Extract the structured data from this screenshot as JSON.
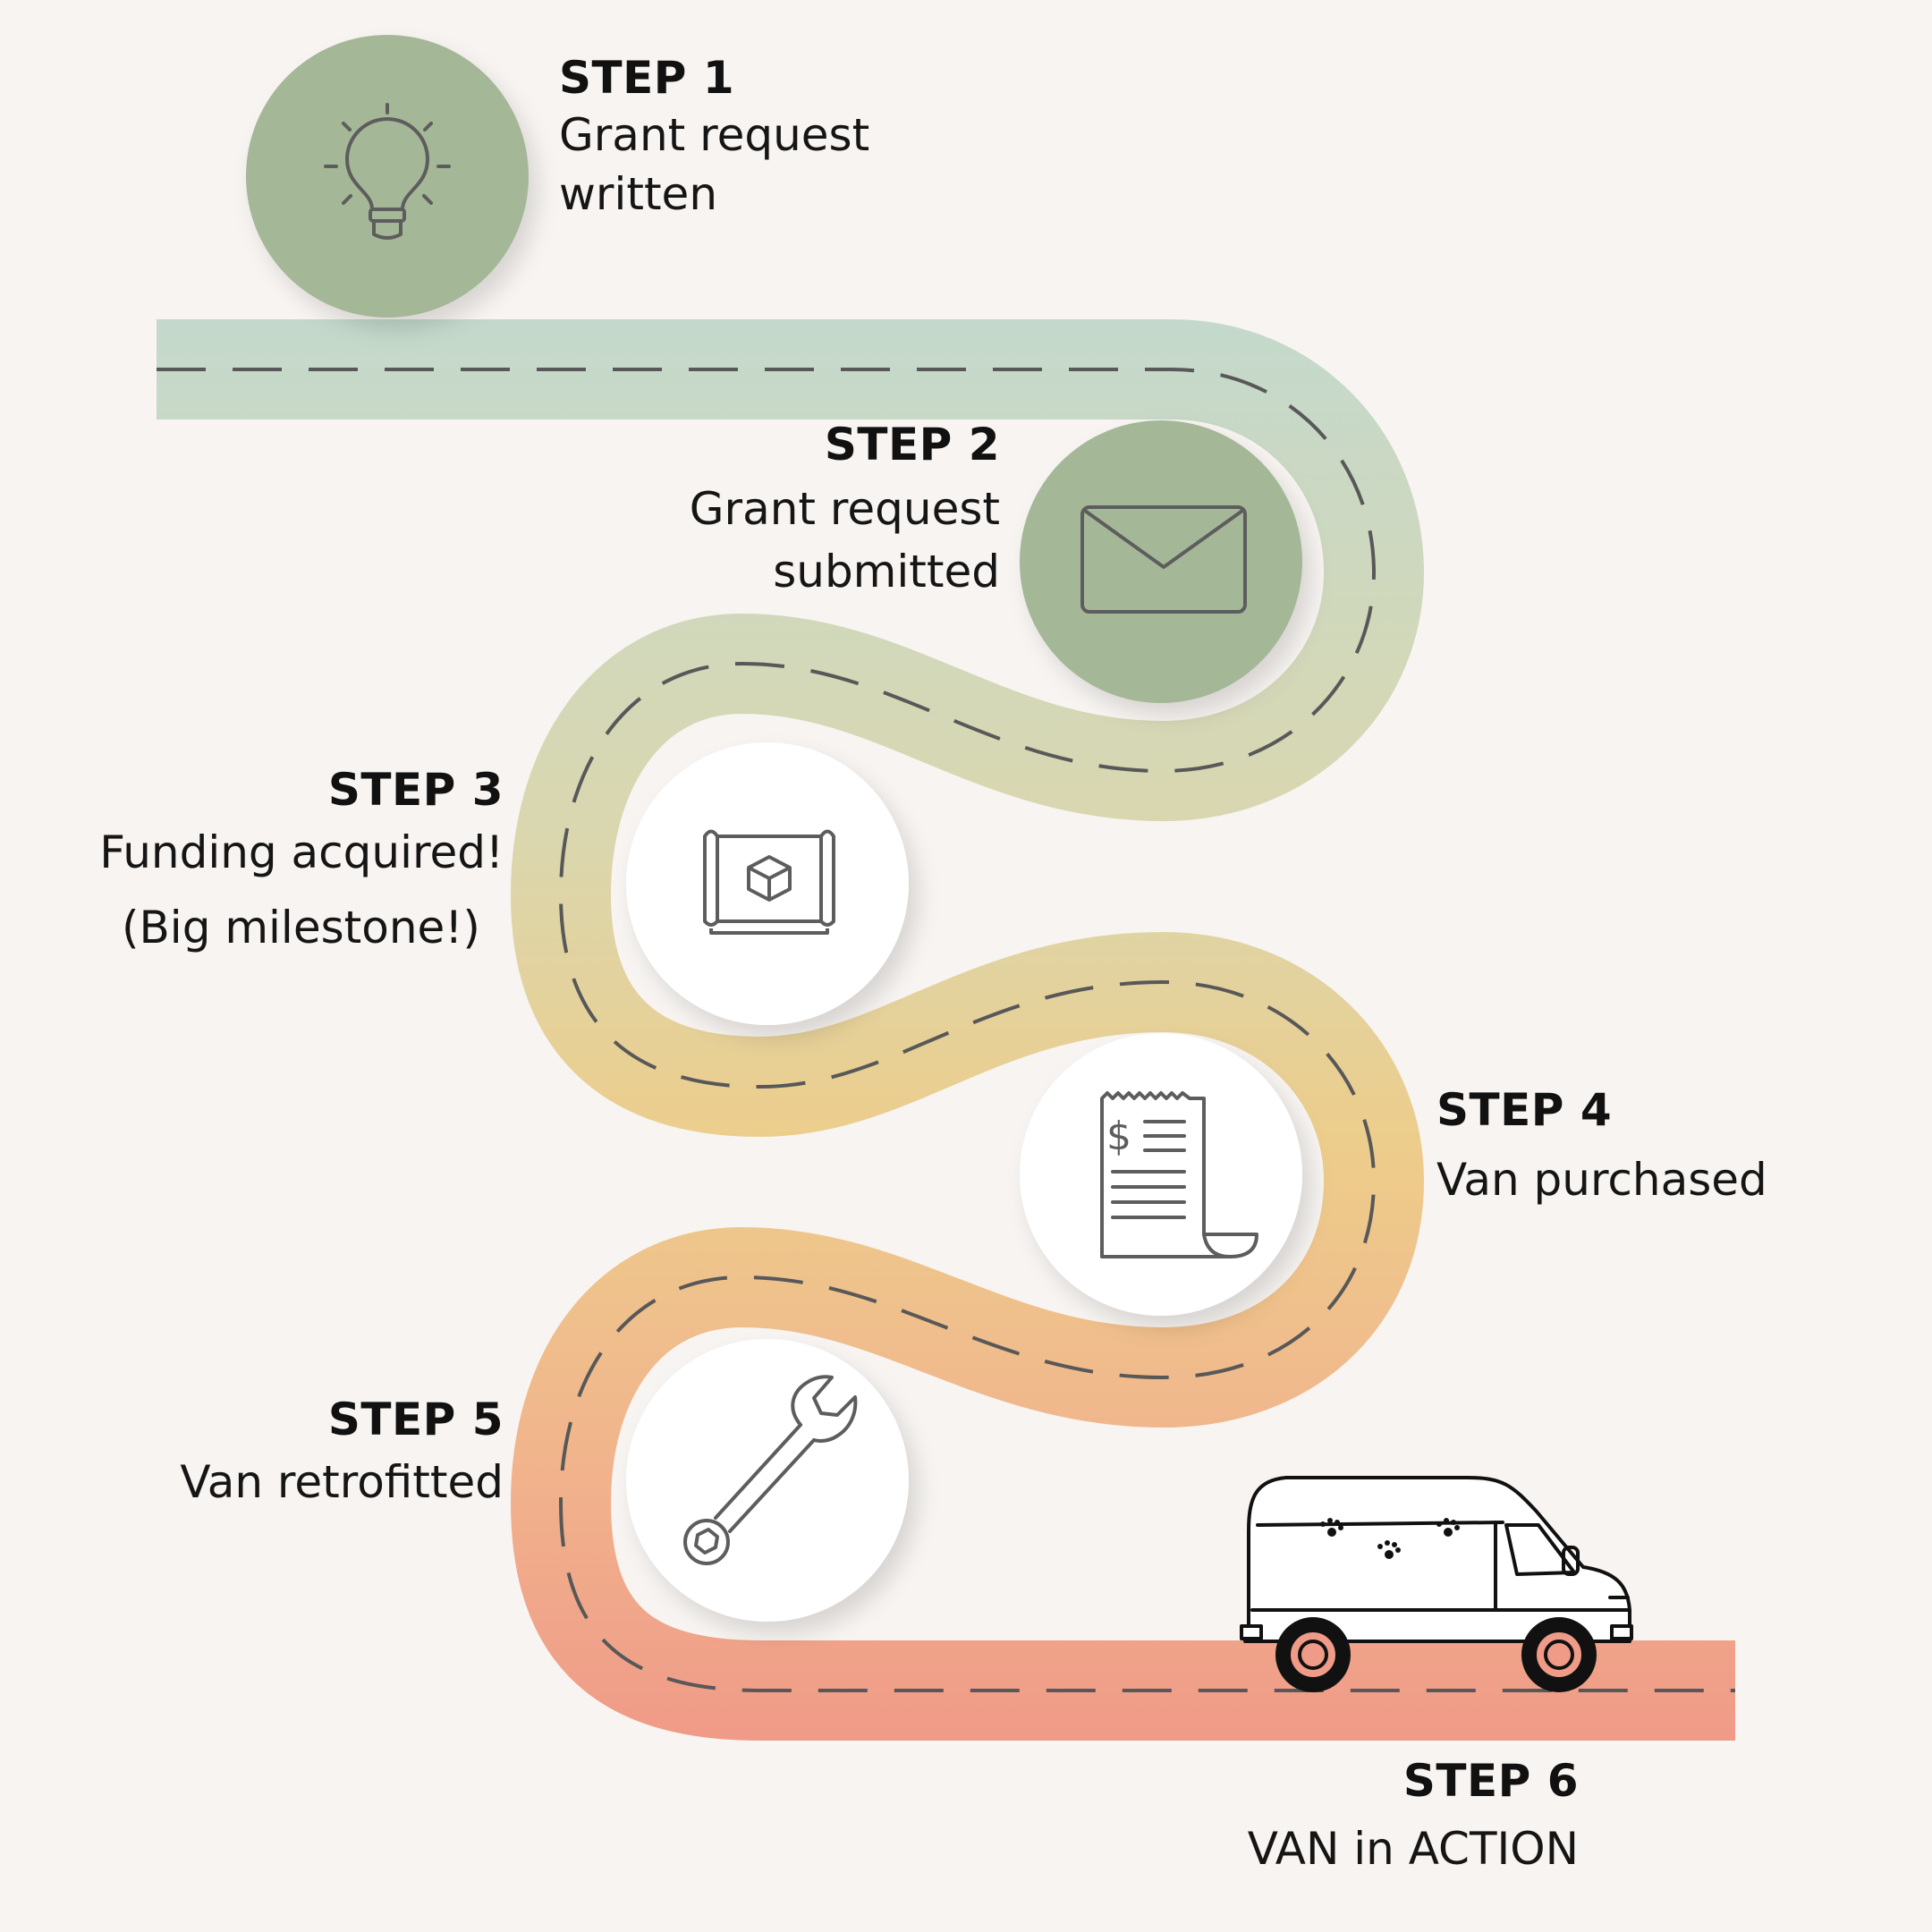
{
  "colors": {
    "background": "#f7f4f1",
    "road_start": "#c4d9cc",
    "road_mid": "#edcd8b",
    "road_end": "#f09a88",
    "dash": "#585858",
    "green_circle": "#a4b797",
    "white_circle": "#ffffff",
    "icon_stroke": "#5d5d5d"
  },
  "steps": [
    {
      "title": "STEP 1",
      "line1": "Grant request",
      "line2": "written",
      "icon": "lightbulb-icon"
    },
    {
      "title": "STEP 2",
      "line1": "Grant request",
      "line2": "submitted",
      "icon": "envelope-icon"
    },
    {
      "title": "STEP 3",
      "line1": "Funding acquired!",
      "line2": "(Big milestone!)",
      "icon": "blueprint-icon"
    },
    {
      "title": "STEP 4",
      "line1": "Van purchased",
      "line2": "",
      "icon": "receipt-icon"
    },
    {
      "title": "STEP 5",
      "line1": "Van retrofitted",
      "line2": "",
      "icon": "wrench-icon"
    },
    {
      "title": "STEP 6",
      "line1": "VAN in ACTION",
      "line2": "",
      "icon": "van-icon"
    }
  ]
}
